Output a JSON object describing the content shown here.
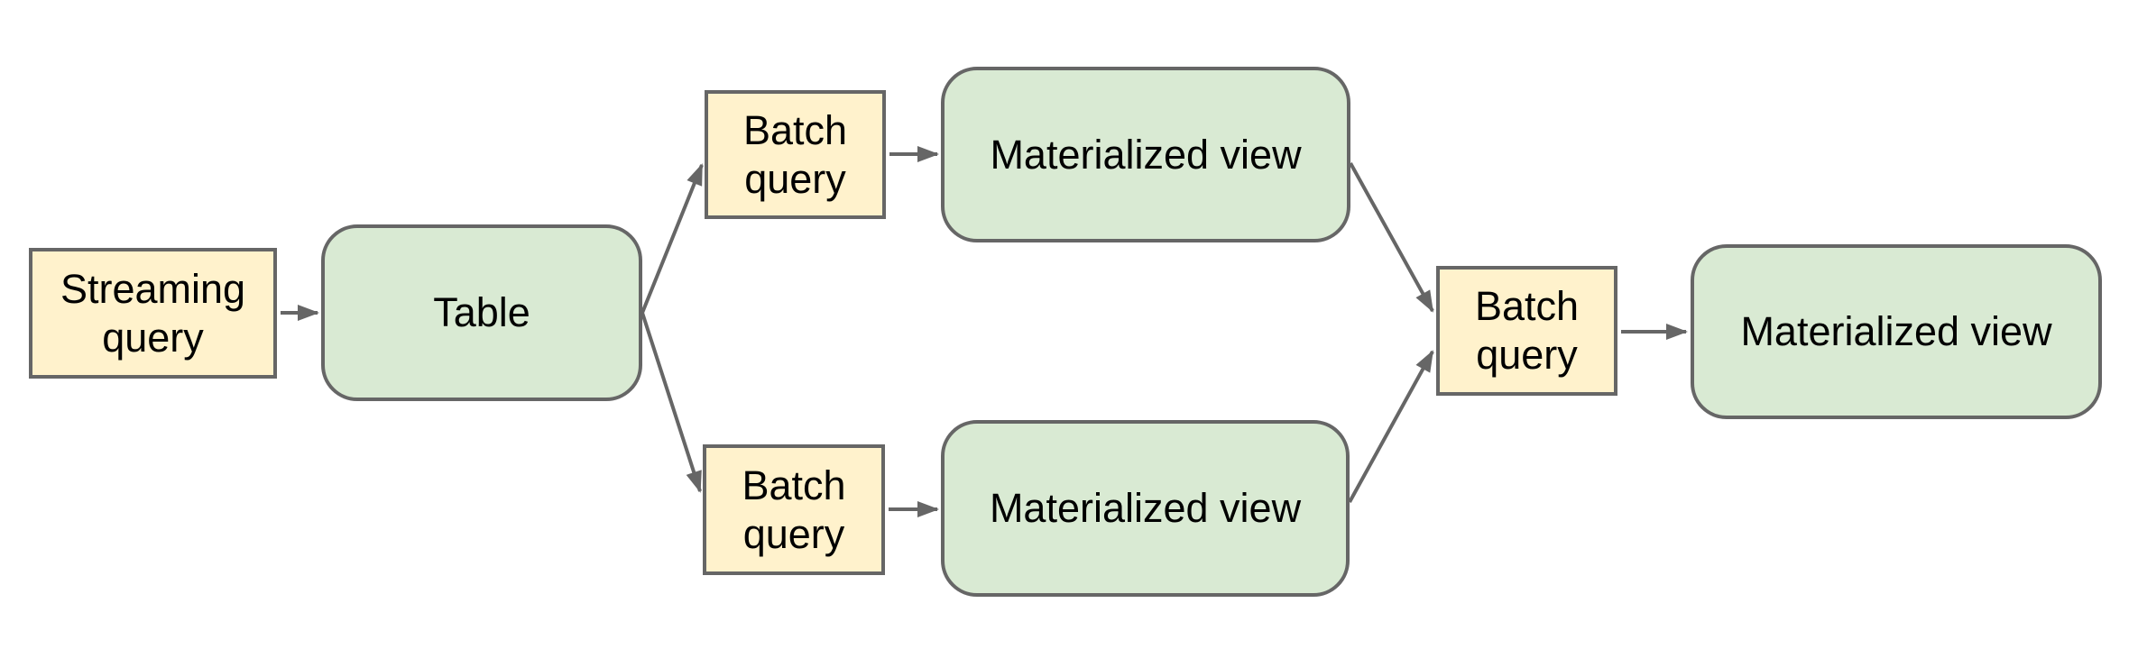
{
  "diagram": {
    "nodes": [
      {
        "id": "streaming-query",
        "label": "Streaming query",
        "shape": "rectangle",
        "fill": "#fff2cc"
      },
      {
        "id": "table",
        "label": "Table",
        "shape": "rounded",
        "fill": "#d9ead3"
      },
      {
        "id": "batch-query-top",
        "label": "Batch query",
        "shape": "rectangle",
        "fill": "#fff2cc"
      },
      {
        "id": "materialized-view-top",
        "label": "Materialized view",
        "shape": "rounded",
        "fill": "#d9ead3"
      },
      {
        "id": "batch-query-bottom",
        "label": "Batch query",
        "shape": "rectangle",
        "fill": "#fff2cc"
      },
      {
        "id": "materialized-view-bottom",
        "label": "Materialized view",
        "shape": "rounded",
        "fill": "#d9ead3"
      },
      {
        "id": "batch-query-right",
        "label": "Batch query",
        "shape": "rectangle",
        "fill": "#fff2cc"
      },
      {
        "id": "materialized-view-right",
        "label": "Materialized view",
        "shape": "rounded",
        "fill": "#d9ead3"
      }
    ],
    "edges": [
      {
        "from": "streaming-query",
        "to": "table"
      },
      {
        "from": "table",
        "to": "batch-query-top"
      },
      {
        "from": "table",
        "to": "batch-query-bottom"
      },
      {
        "from": "batch-query-top",
        "to": "materialized-view-top"
      },
      {
        "from": "batch-query-bottom",
        "to": "materialized-view-bottom"
      },
      {
        "from": "materialized-view-top",
        "to": "batch-query-right"
      },
      {
        "from": "materialized-view-bottom",
        "to": "batch-query-right"
      },
      {
        "from": "batch-query-right",
        "to": "materialized-view-right"
      }
    ],
    "colors": {
      "query_fill": "#fff2cc",
      "view_fill": "#d9ead3",
      "border": "#666666",
      "connector": "#666666",
      "text": "#000000",
      "background": "#ffffff"
    }
  }
}
